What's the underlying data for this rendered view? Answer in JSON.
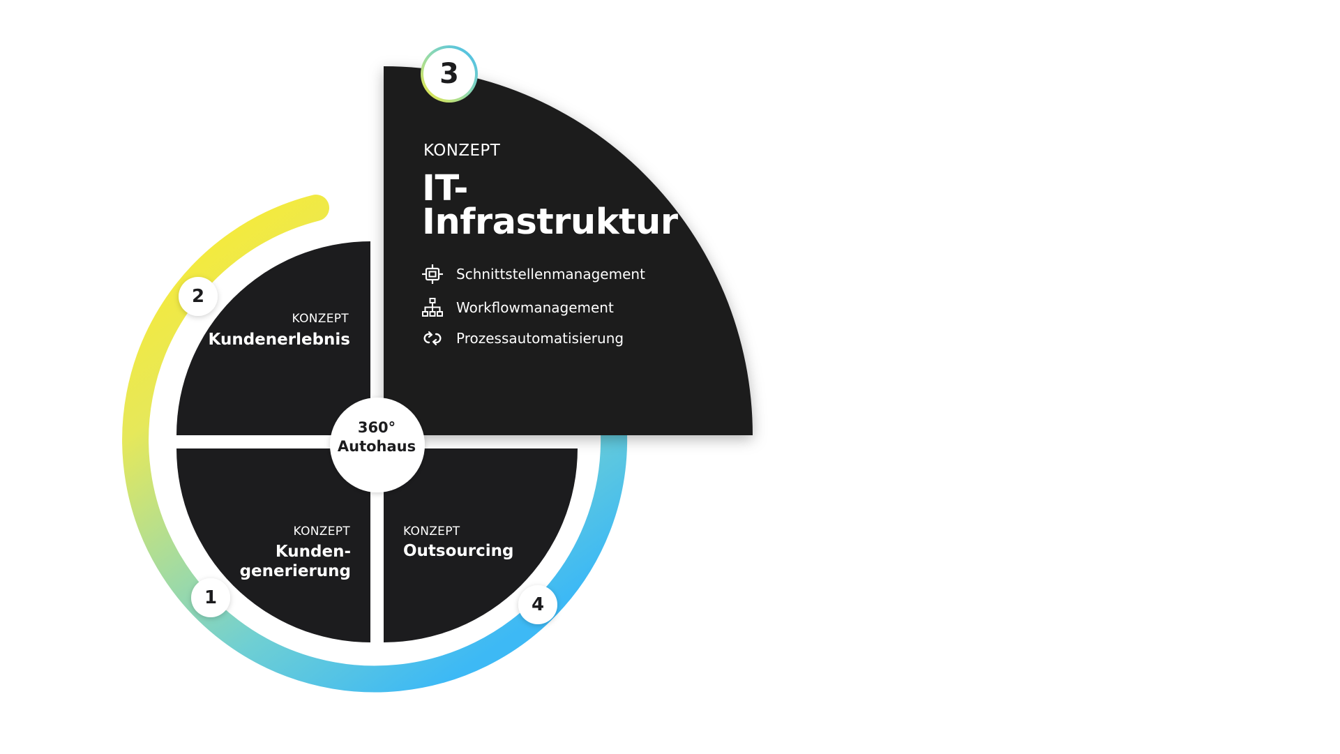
{
  "center": {
    "line1": "360°",
    "line2": "Autohaus"
  },
  "segments": [
    {
      "number": "1",
      "kicker": "KONZEPT",
      "title_line1": "Kunden-",
      "title_line2": "generierung"
    },
    {
      "number": "2",
      "kicker": "KONZEPT",
      "title": "Kundenerlebnis"
    },
    {
      "number": "3",
      "kicker": "KONZEPT",
      "title_line1": "IT-",
      "title_line2": "Infrastruktur",
      "features": [
        {
          "icon": "interface-chip-icon",
          "label": "Schnittstellenmanagement"
        },
        {
          "icon": "workflow-hierarchy-icon",
          "label": "Workflowmanagement"
        },
        {
          "icon": "automation-loop-icon",
          "label": "Prozessautomatisierung"
        }
      ]
    },
    {
      "number": "4",
      "kicker": "KONZEPT",
      "title": "Outsourcing"
    }
  ],
  "colors": {
    "segment": "#1c1c1e",
    "ring_yellow": "#f6ea3a",
    "ring_green": "#a8dc9c",
    "ring_teal": "#6fcfd3",
    "ring_blue": "#3db9f5",
    "background": "#ffffff"
  }
}
